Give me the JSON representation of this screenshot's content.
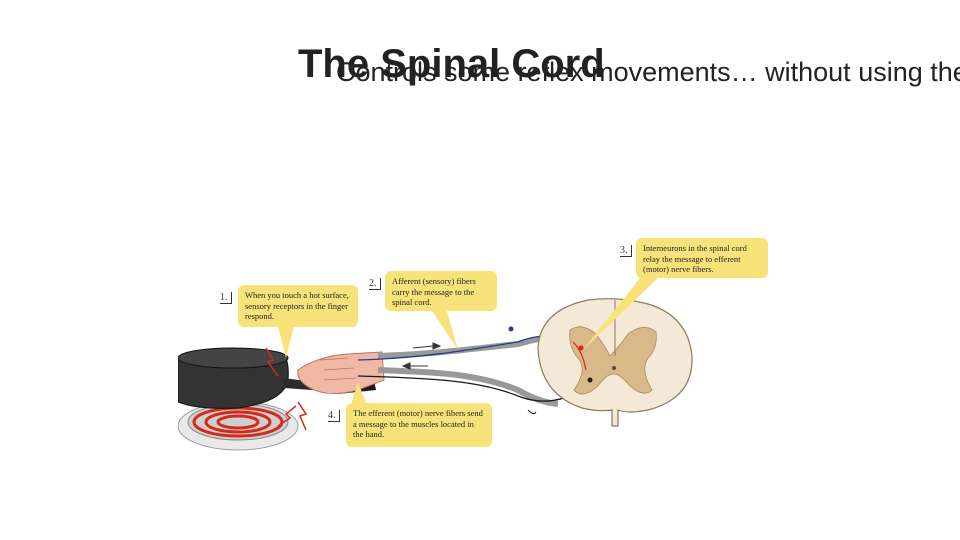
{
  "slide": {
    "title": "The Spinal Cord",
    "subtitle": "Controls some reflex movements… without using the b"
  },
  "diagram": {
    "steps": [
      {
        "number": "1.",
        "text": "When you touch a hot surface, sensory receptors in the finger respond."
      },
      {
        "number": "2.",
        "text": "Afferent (sensory) fibers carry the message to the spinal cord."
      },
      {
        "number": "3.",
        "text": "Interneurons in the spinal cord relay the message to efferent (motor) nerve fibers."
      },
      {
        "number": "4.",
        "text": "The efferent (motor) nerve fibers send a message to the muscles located in the hand."
      }
    ],
    "colors": {
      "callout": "#f7e37a",
      "gray_matter": "#d9b98a",
      "white_matter": "#f3e9d6",
      "pan": "#2b2b2b",
      "burner": "#d42a1a",
      "afferent_nerve": "#2a3a8c",
      "efferent_nerve": "#1a1a1a"
    }
  }
}
